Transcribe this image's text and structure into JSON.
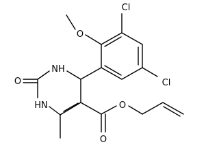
{
  "molecule": {
    "atoms": {
      "o_methoxy": "O",
      "cl_top": "Cl",
      "cl_right": "Cl",
      "nh_upper": "NH",
      "o_carbonyl": "O",
      "nh_lower": "HN",
      "o_ester_single": "O",
      "o_ester_double": "O"
    }
  }
}
